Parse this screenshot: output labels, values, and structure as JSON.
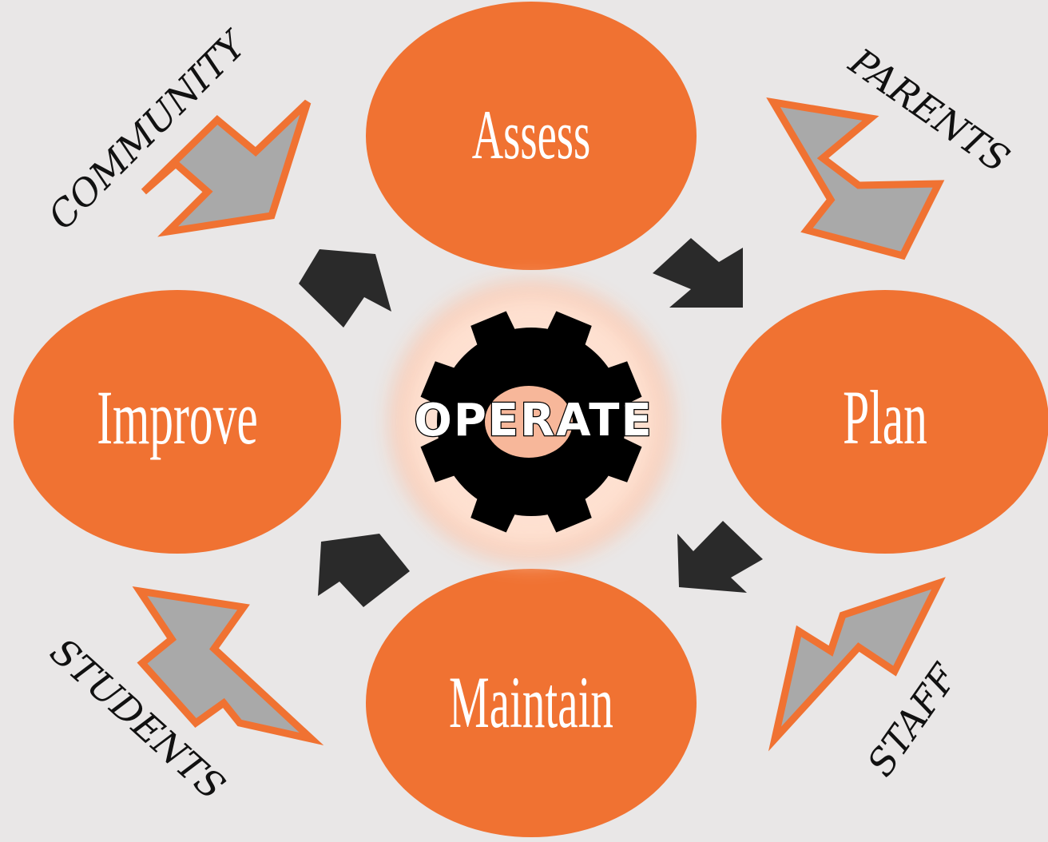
{
  "colors": {
    "background": "#e9e7e7",
    "stage_fill": "#f07232",
    "stage_text": "#ffffff",
    "gear": "#000000",
    "gear_glow": "#ffe2d3",
    "gear_hub": "#f7b79a",
    "cycle_arrow": "#2a2a2a",
    "input_arrow_fill": "#a9a9a9",
    "input_arrow_outline": "#f07232",
    "stakeholder_text": "#111111"
  },
  "stages": {
    "assess": "Assess",
    "plan": "Plan",
    "maintain": "Maintain",
    "improve": "Improve"
  },
  "center": {
    "label": "OPERATE",
    "icon": "gear-icon"
  },
  "stakeholders": {
    "community": "COMMUNITY",
    "parents": "PARENTS",
    "students": "STUDENTS",
    "staff": "STAFF"
  }
}
